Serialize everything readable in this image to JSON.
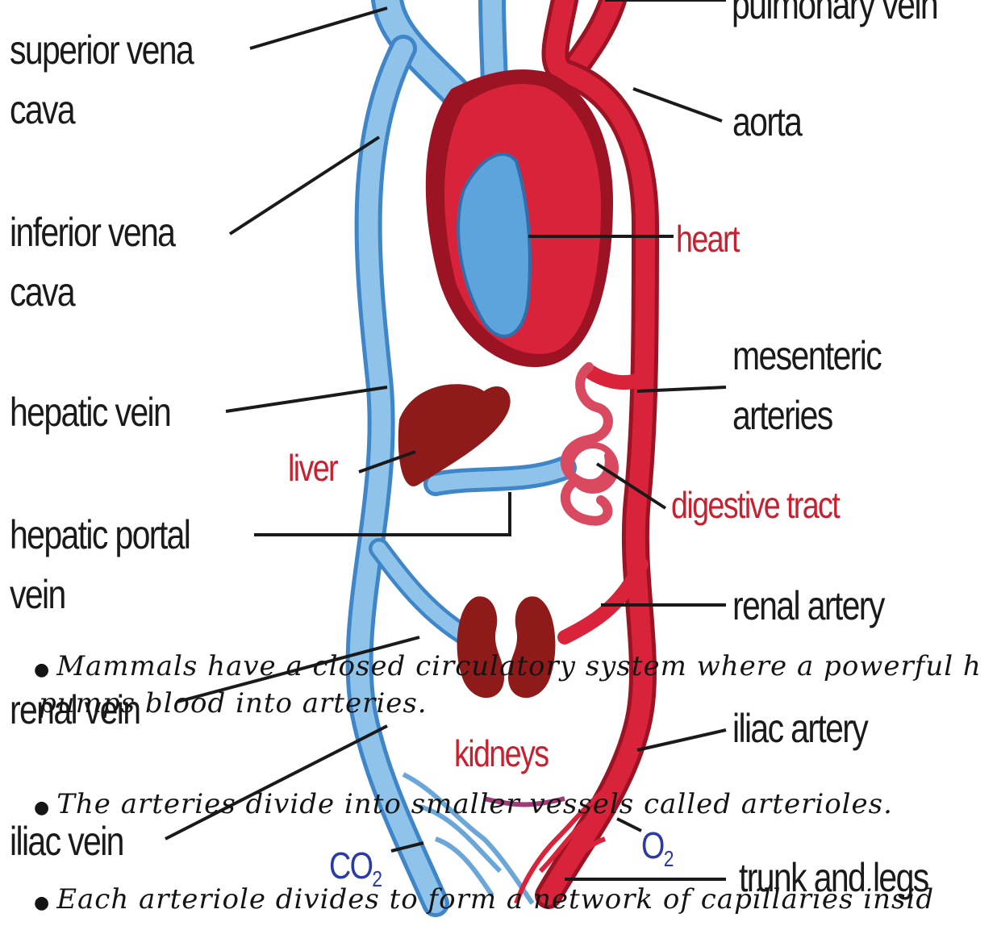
{
  "labels": {
    "pulmonary_vein": "pulmonary vein",
    "superior_vena_cava_1": "superior vena",
    "superior_vena_cava_2": "cava",
    "aorta": "aorta",
    "inferior_vena_cava_1": "inferior vena",
    "inferior_vena_cava_2": "cava",
    "heart": "heart",
    "mesenteric_1": "mesenteric",
    "mesenteric_2": "arteries",
    "hepatic_vein": "hepatic vein",
    "liver": "liver",
    "digestive_tract": "digestive tract",
    "hepatic_portal_1": "hepatic portal",
    "hepatic_portal_2": "vein",
    "renal_artery": "renal artery",
    "renal_vein": "renal vein",
    "iliac_artery": "iliac artery",
    "kidneys": "kidneys",
    "iliac_vein": "iliac vein",
    "co2_main": "CO",
    "co2_sub": "2",
    "o2_main": "O",
    "o2_sub": "2",
    "trunk_and_legs": "trunk and legs"
  },
  "bullets": [
    "Mammals have a closed circulatory system where a powerful h",
    "pumps blood into arteries.",
    "The arteries divide into smaller vessels called arterioles.",
    "Each arteriole divides to form a network of capillaries insid"
  ],
  "colors": {
    "vein": "#8fc3ea",
    "vein_dark": "#3e86c8",
    "artery": "#d9233a",
    "artery_dark": "#9c1424",
    "organ": "#8e1a1a"
  }
}
